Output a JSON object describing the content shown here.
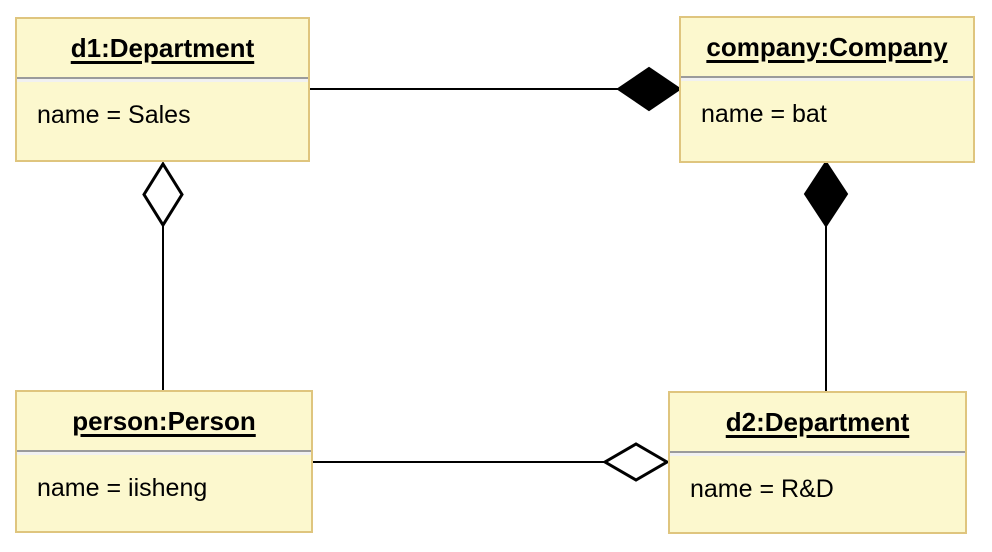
{
  "diagram": {
    "kind": "uml-object-diagram",
    "colors": {
      "background": "#ffffff",
      "node_fill": "#fcf8ce",
      "node_border": "#dfc57e",
      "separator": "#9b9b9b",
      "edge": "#000000"
    },
    "nodes": [
      {
        "id": "d1",
        "title": "d1:Department",
        "attribute": "name = Sales"
      },
      {
        "id": "company",
        "title": "company:Company",
        "attribute": "name = bat"
      },
      {
        "id": "person",
        "title": "person:Person",
        "attribute": "name = iisheng"
      },
      {
        "id": "d2",
        "title": "d2:Department",
        "attribute": "name = R&D"
      }
    ],
    "edges": [
      {
        "from": "d1",
        "to": "company",
        "relation": "composition",
        "diamond": "filled",
        "diamond_at": "company"
      },
      {
        "from": "company",
        "to": "d2",
        "relation": "composition",
        "diamond": "filled",
        "diamond_at": "company"
      },
      {
        "from": "d1",
        "to": "person",
        "relation": "aggregation",
        "diamond": "hollow",
        "diamond_at": "d1"
      },
      {
        "from": "person",
        "to": "d2",
        "relation": "aggregation",
        "diamond": "hollow",
        "diamond_at": "d2"
      }
    ]
  }
}
